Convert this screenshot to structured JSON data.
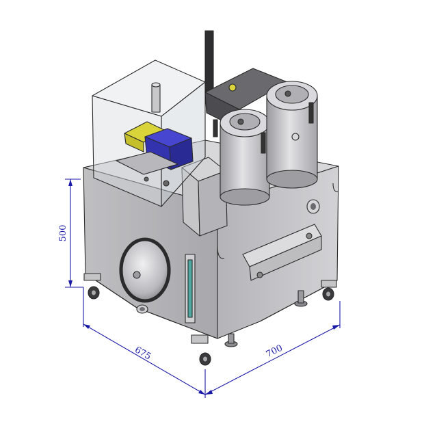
{
  "dimensions": {
    "height": "500",
    "depth": "675",
    "width": "700"
  },
  "colors": {
    "body": "#b9b9bc",
    "body_light": "#cfcfd2",
    "body_dark": "#9c9ca0",
    "dimension": "#1a1aa8",
    "yellow_part": "#d9d43a",
    "blue_part": "#3c3cc8",
    "sight_glass": "#4fa8a0",
    "enclosure": "#d6dbe0"
  }
}
